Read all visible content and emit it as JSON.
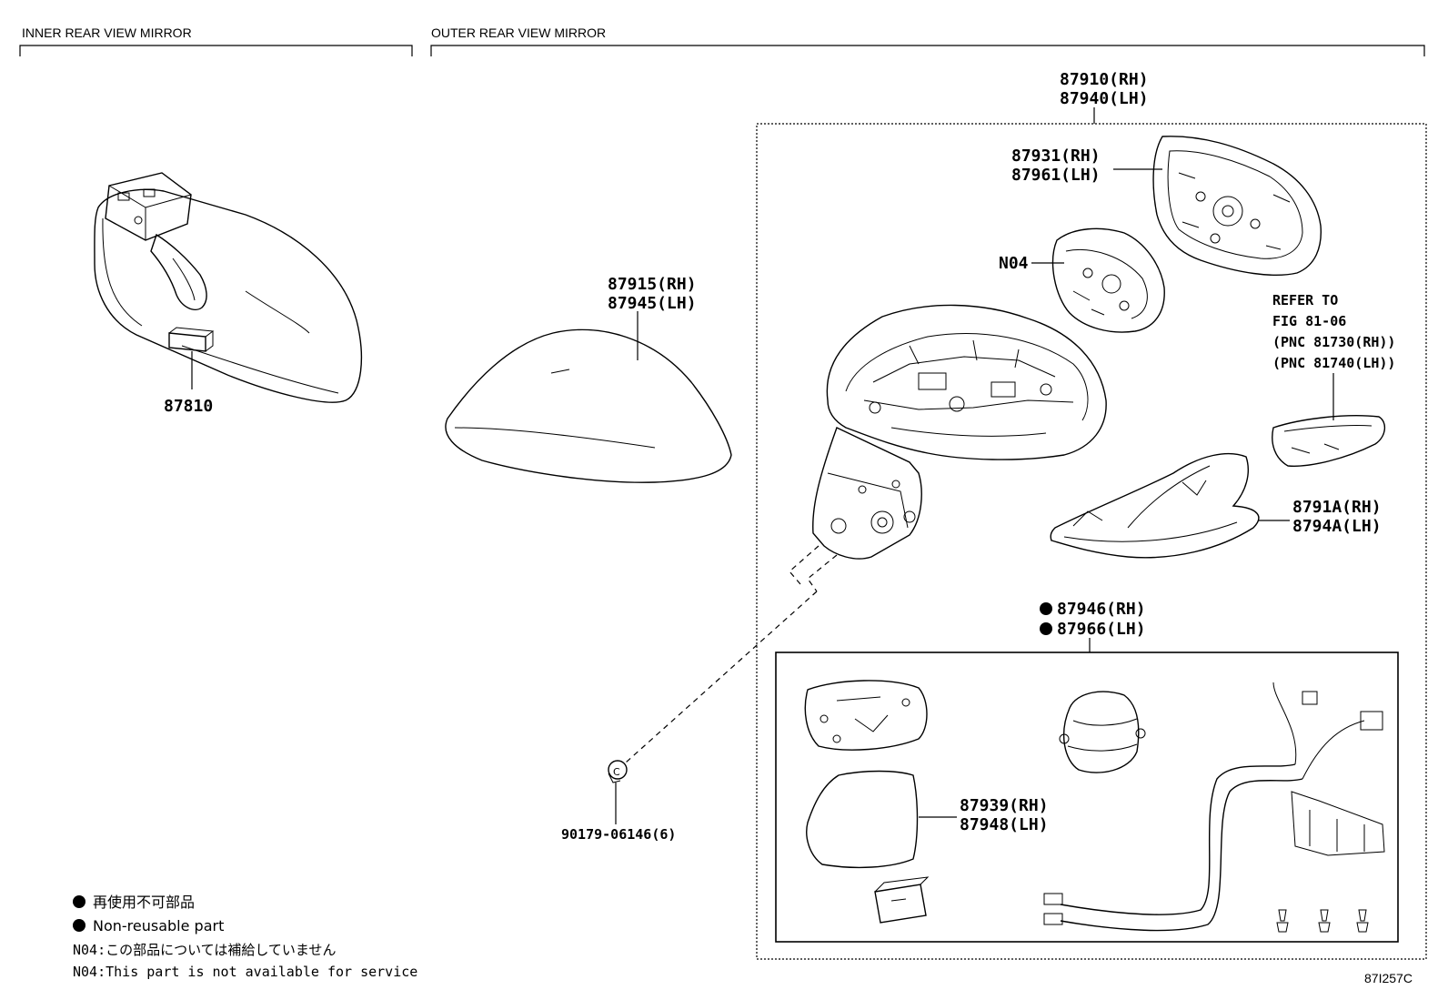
{
  "sections": {
    "inner": "INNER REAR VIEW MIRROR",
    "outer": "OUTER REAR VIEW MIRROR"
  },
  "parts": {
    "p87810": "87810",
    "p87915": [
      "87915(RH)",
      "87945(LH)"
    ],
    "p87910": [
      "87910(RH)",
      "87940(LH)"
    ],
    "p87931": [
      "87931(RH)",
      "87961(LH)"
    ],
    "n04": "N04",
    "refer": [
      "REFER TO",
      "FIG 81-06",
      "(PNC 81730(RH))",
      "(PNC 81740(LH))"
    ],
    "p8791A": [
      "8791A(RH)",
      "8794A(LH)"
    ],
    "p87946": [
      "87946(RH)",
      "87966(LH)"
    ],
    "p87939": [
      "87939(RH)",
      "87948(LH)"
    ],
    "p90179": "90179-06146(6)"
  },
  "legend": {
    "nonreusable_jp": "再使用不可部品",
    "nonreusable_en": "Non-reusable part",
    "n04_jp": "N04:この部品については補給していません",
    "n04_en": "N04:This part is not available for service"
  },
  "figure_id": "87I257C"
}
